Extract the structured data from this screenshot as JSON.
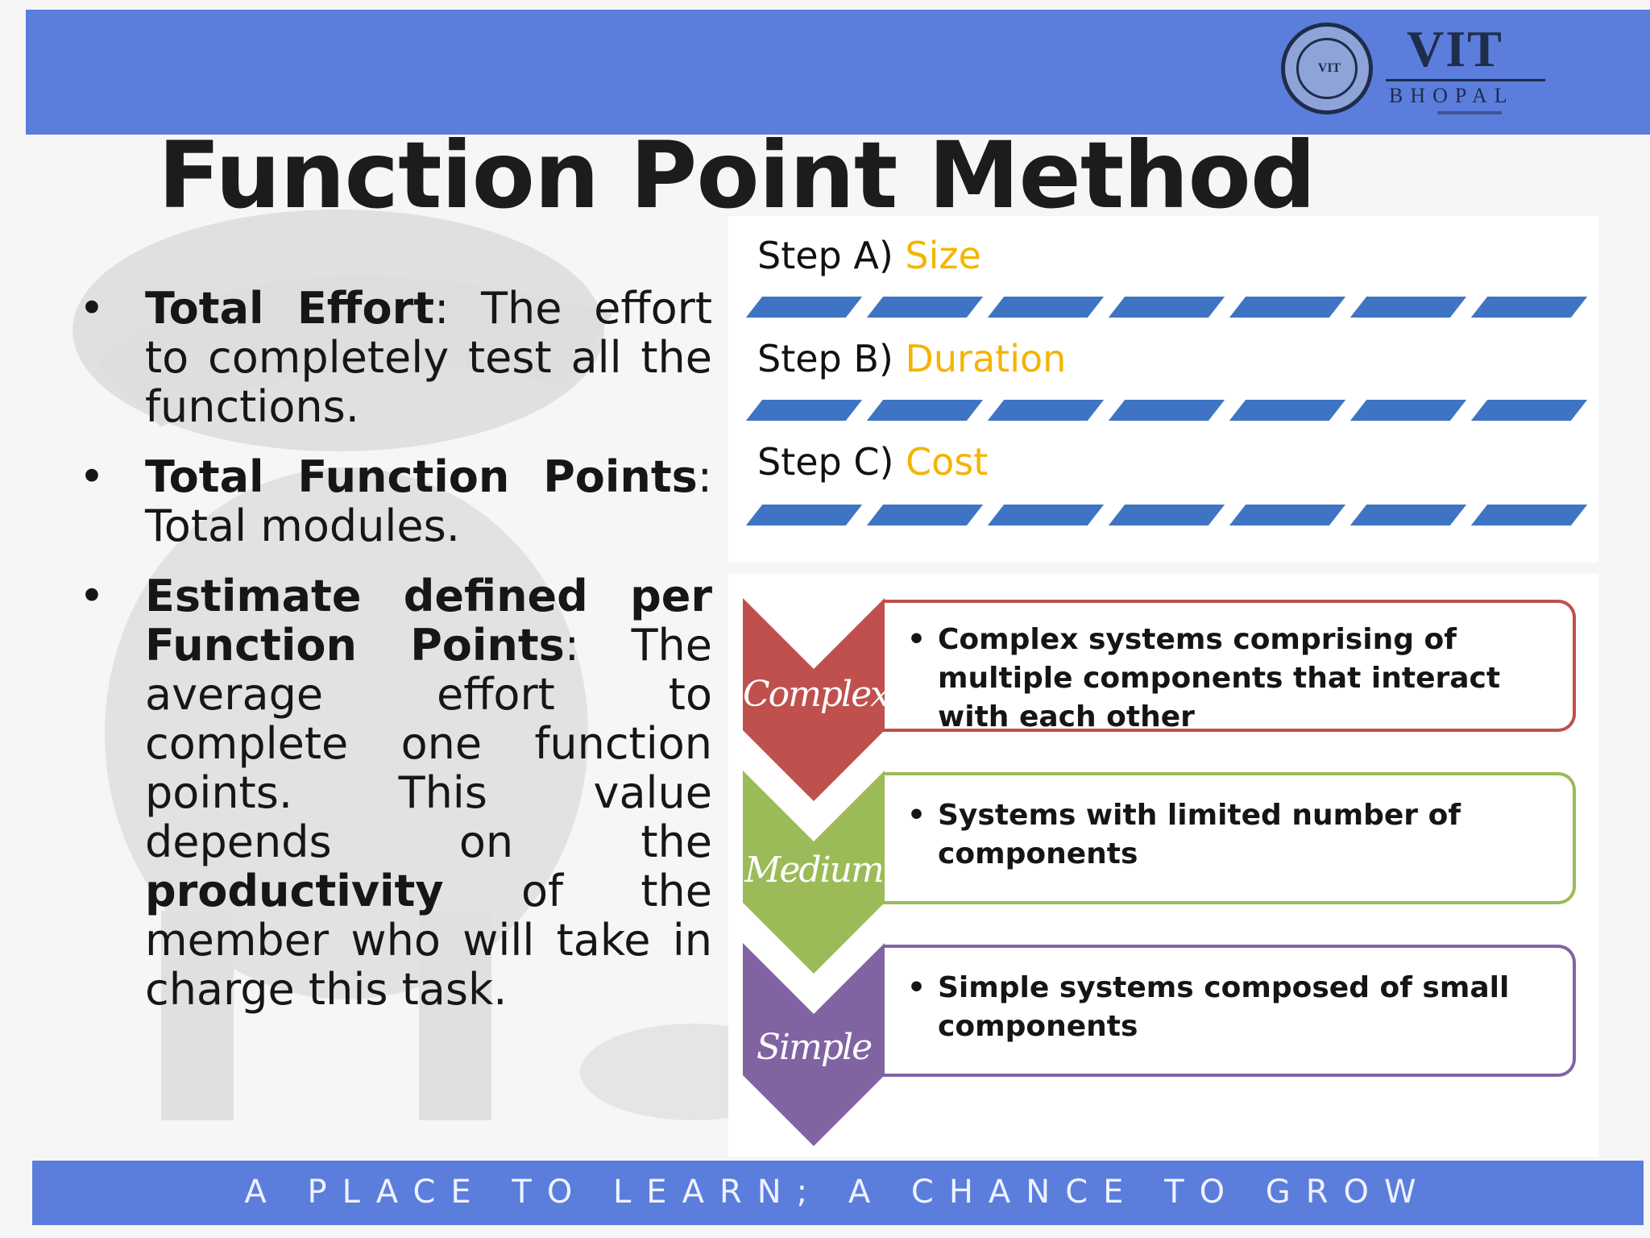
{
  "header": {
    "logo": {
      "seal_text": "VIT",
      "name": "VIT",
      "city": "BHOPAL"
    }
  },
  "title": "Function Point Method",
  "bullets": [
    {
      "term": "Total Effort",
      "text": ": The effort to completely test all the functions."
    },
    {
      "term": "Total Function Points",
      "text": ": Total modules."
    },
    {
      "term": "Estimate defined per Function Points",
      "text": ": The average effort to complete one function points. This value depends on the ",
      "term2": "productivity",
      "text2": " of the member who will take in charge this task."
    }
  ],
  "steps": [
    {
      "prefix": "Step A) ",
      "label": "Size"
    },
    {
      "prefix": "Step B) ",
      "label": "Duration"
    },
    {
      "prefix": "Step C) ",
      "label": "Cost"
    }
  ],
  "levels": [
    {
      "name": "Complex",
      "color": "#c0504d",
      "description": "Complex systems comprising of multiple components that interact with each other"
    },
    {
      "name": "Medium",
      "color": "#9bbb59",
      "description": "Systems with limited number of components"
    },
    {
      "name": "Simple",
      "color": "#8064a2",
      "description": "Simple systems composed of small components"
    }
  ],
  "colors": {
    "band": "#5b7ddc",
    "step_highlight": "#f4b400",
    "dash": "#3e74c3"
  },
  "footer": {
    "tagline": "A PLACE TO LEARN; A CHANCE TO GROW"
  }
}
